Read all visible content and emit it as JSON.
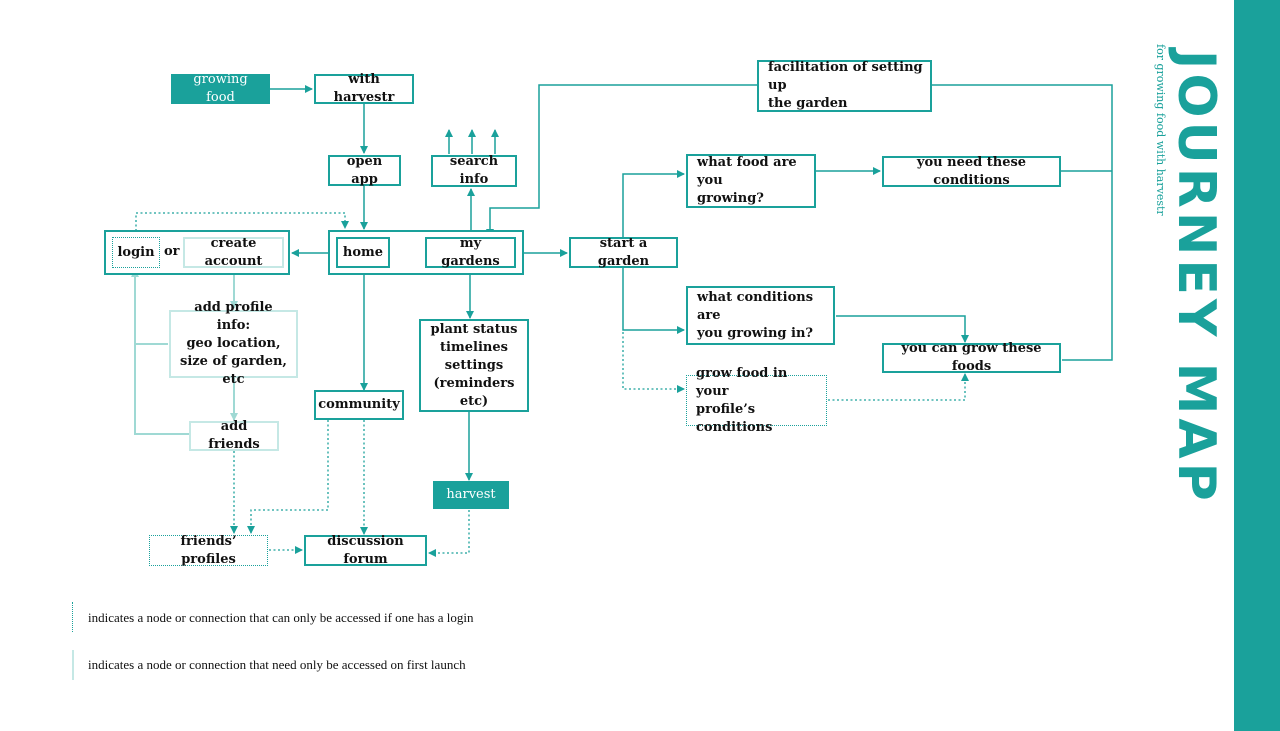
{
  "title": "JOURNEY MAP",
  "subtitle": "for growing food with harvestr",
  "colors": {
    "accent": "#1aa19b",
    "light": "#c5e8e5"
  },
  "nodes": {
    "growing_food": "growing food",
    "with_harvestr": "with harvestr",
    "open_app": "open app",
    "search_info": "search info",
    "login": "login",
    "or": "or",
    "create_account": "create account",
    "home": "home",
    "my_gardens": "my gardens",
    "start_garden": "start a garden",
    "facilitation": "facilitation of setting up\nthe garden",
    "what_food": "what food are you\n growing?",
    "need_conditions": "you need these conditions",
    "what_conditions": "what conditions are\nyou growing in?",
    "can_grow": "you can grow these foods",
    "grow_profile": "grow food in your\nprofile’s conditions",
    "add_profile": "add profile info:\ngeo location,\nsize of garden, etc",
    "add_friends": "add friends",
    "community": "community",
    "plant_status": "plant status\ntimelines\nsettings\n(reminders etc)",
    "harvest": "harvest",
    "friends_profiles": "friends’ profiles",
    "discussion_forum": "discussion forum"
  },
  "legend": {
    "dotted": "indicates a node or connection that can only be accessed if one has a login",
    "light": "indicates a node or connection that need only be accessed on first launch"
  }
}
